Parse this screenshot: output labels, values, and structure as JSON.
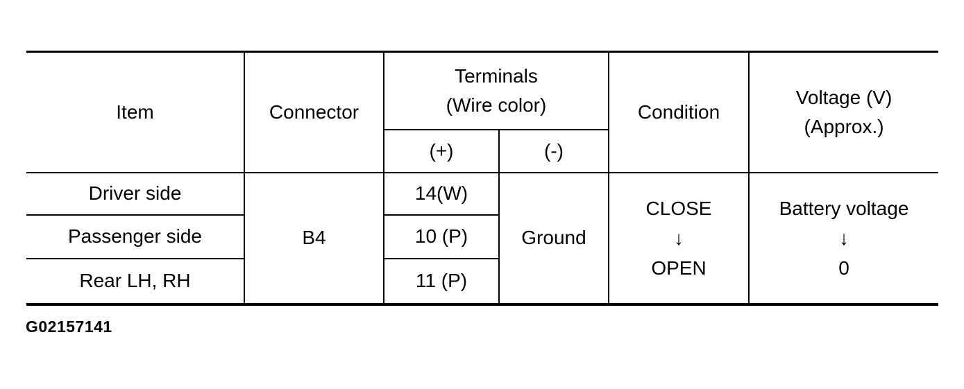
{
  "figure": {
    "caption": "G02157141"
  },
  "table": {
    "header": {
      "item": "Item",
      "connector": "Connector",
      "terminals_line1": "Terminals",
      "terminals_line2": "(Wire color)",
      "terminal_plus": "(+)",
      "terminal_minus": "(-)",
      "condition": "Condition",
      "voltage_line1": "Voltage (V)",
      "voltage_line2": "(Approx.)"
    },
    "rows": [
      {
        "item": "Driver side",
        "terminal_plus": "14(W)"
      },
      {
        "item": "Passenger side",
        "terminal_plus": "10 (P)"
      },
      {
        "item": "Rear LH, RH",
        "terminal_plus": "11 (P)"
      }
    ],
    "shared": {
      "connector": "B4",
      "terminal_minus": "Ground",
      "condition_from": "CLOSE",
      "condition_arrow": "↓",
      "condition_to": "OPEN",
      "voltage_from": "Battery voltage",
      "voltage_arrow": "↓",
      "voltage_to": "0"
    }
  },
  "colors": {
    "text": "#000000",
    "border": "#000000",
    "background": "#ffffff"
  }
}
